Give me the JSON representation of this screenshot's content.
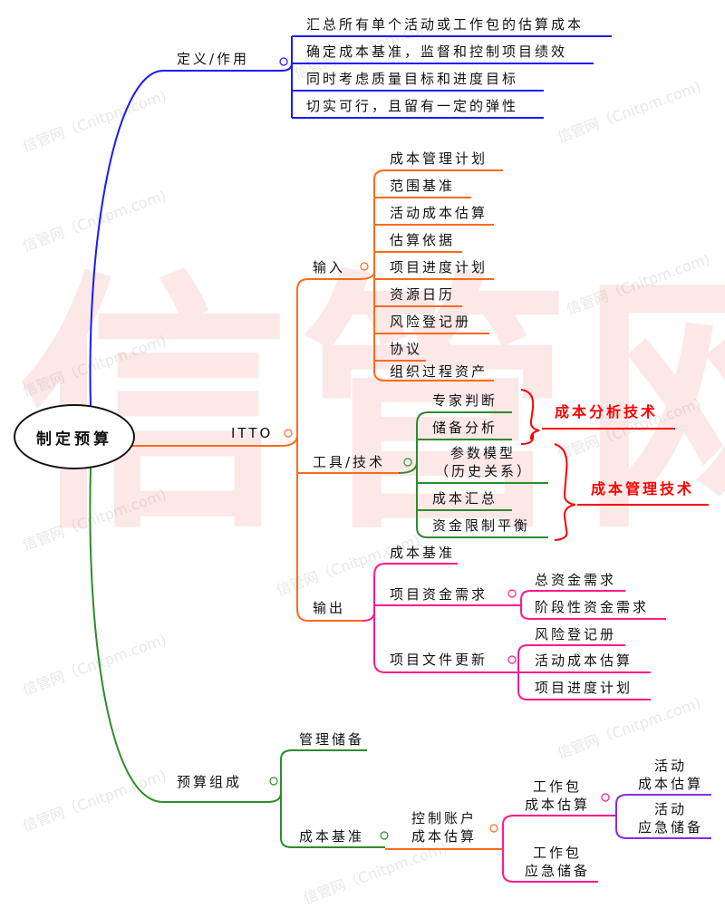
{
  "watermark": {
    "big": "信管网",
    "small": "信管网（Cnitpm.com)"
  },
  "root": "制定预算",
  "definition": {
    "label": "定义/作用",
    "items": [
      "汇总所有单个活动或工作包的估算成本",
      "确定成本基准，监督和控制项目绩效",
      "同时考虑质量目标和进度目标",
      "切实可行，且留有一定的弹性"
    ]
  },
  "itto": {
    "label": "ITTO",
    "inputs": {
      "label": "输入",
      "items": [
        "成本管理计划",
        "范围基准",
        "活动成本估算",
        "估算依据",
        "项目进度计划",
        "资源日历",
        "风险登记册",
        "协议",
        "组织过程资产"
      ]
    },
    "tools": {
      "label": "工具/技术",
      "items": [
        "专家判断",
        "储备分析",
        "参数模型",
        "（历史关系）",
        "成本汇总",
        "资金限制平衡"
      ],
      "groups": [
        "成本分析技术",
        "成本管理技术"
      ]
    },
    "outputs": {
      "label": "输出",
      "items": [
        "成本基准",
        "项目资金需求",
        "项目文件更新"
      ],
      "funding": [
        "总资金需求",
        "阶段性资金需求"
      ],
      "doc_updates": [
        "风险登记册",
        "活动成本估算",
        "项目进度计划"
      ]
    }
  },
  "composition": {
    "label": "预算组成",
    "management_reserve": "管理储备",
    "cost_baseline": "成本基准",
    "control_account": [
      "控制账户",
      "成本估算"
    ],
    "wp_estimate": [
      "工作包",
      "成本估算"
    ],
    "wp_reserve": [
      "工作包",
      "应急储备"
    ],
    "act_estimate": [
      "活动",
      "成本估算"
    ],
    "act_reserve": [
      "活动",
      "应急储备"
    ]
  },
  "colors": {
    "blue": "#1a1aff",
    "orange": "#ff6a1a",
    "green": "#2e8b2e",
    "pink": "#ff1a8c",
    "purple": "#8a2be2",
    "red": "#ff0000"
  }
}
